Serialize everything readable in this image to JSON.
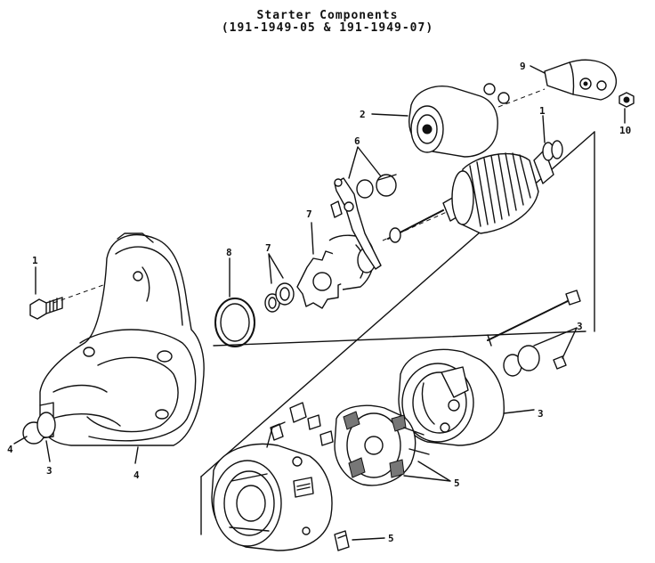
{
  "title": {
    "line1": "Starter Components",
    "line2": "(191-1949-05 & 191-1949-07)"
  },
  "callouts": {
    "bolt_left": "1",
    "armature": "1",
    "solenoid": "2",
    "tip_cap": "3",
    "nose_housing_cap": "3",
    "end_frame": "3",
    "through_bolt": "3",
    "nose_bottom": "4",
    "drive_housing": "4",
    "brush_holder": "5",
    "brush_clip": "5",
    "shift_lever": "6",
    "drive_pinion": "7",
    "snap_ring": "7",
    "thrust_washer": "8",
    "boot": "9",
    "nut": "10"
  },
  "icons": {
    "bolt": "bolt-icon",
    "solenoid": "solenoid-icon",
    "armature": "armature-icon",
    "drive_housing": "drive-housing-icon",
    "field_frame": "field-frame-icon",
    "end_frame": "end-frame-icon"
  }
}
